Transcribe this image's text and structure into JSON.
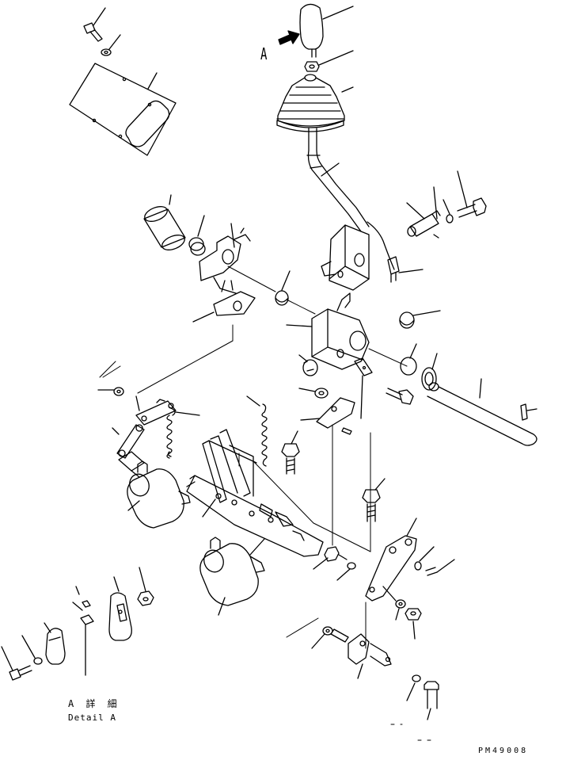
{
  "view_label": "A",
  "detail_caption": {
    "japanese": "A 詳 細",
    "english": "Detail A"
  },
  "drawing_code": "PM49008",
  "parts": [
    "knob",
    "nut",
    "boot",
    "lever",
    "pin",
    "washer",
    "bolt",
    "bracket",
    "switch",
    "collar",
    "bushing",
    "housing",
    "shaft",
    "spring-pin",
    "cover-plate",
    "screw",
    "lever-link",
    "spring",
    "actuator",
    "mount-plate",
    "link",
    "clevis",
    "clip"
  ]
}
